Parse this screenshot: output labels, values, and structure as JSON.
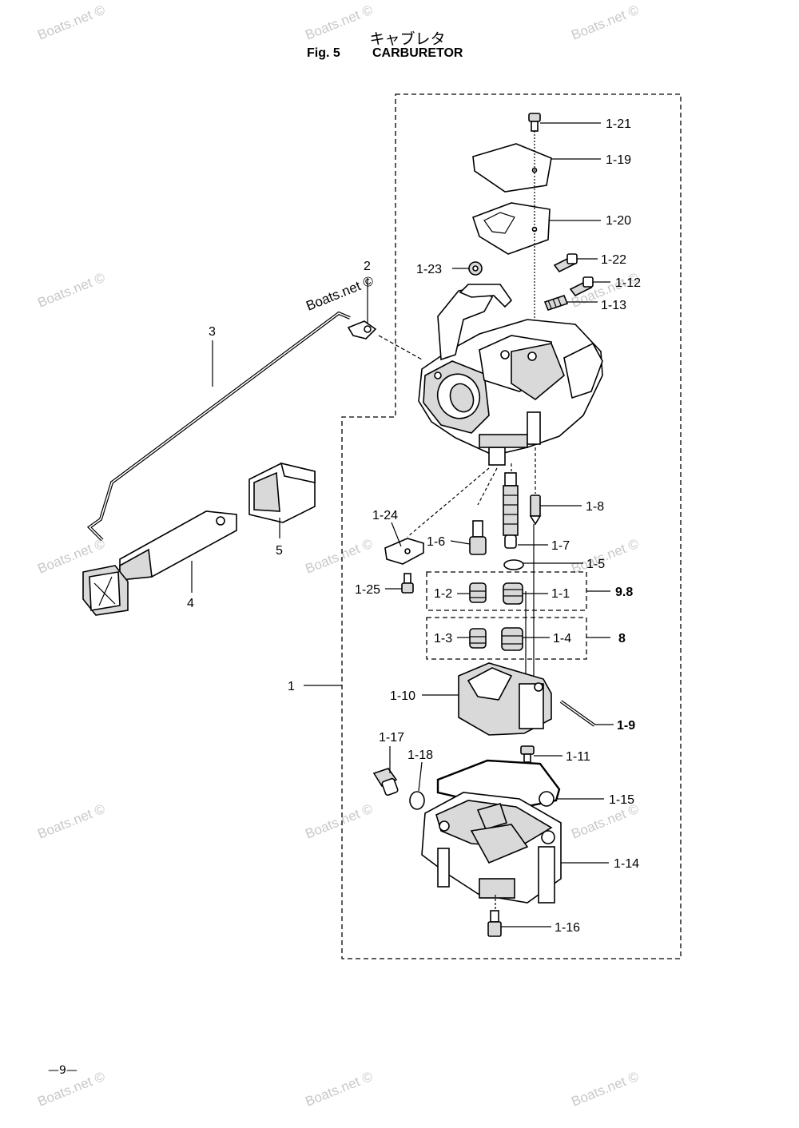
{
  "header": {
    "title_jp": "キャブレタ",
    "fig_label": "Fig. 5",
    "title_en": "CARBURETOR"
  },
  "page_number": "—9—",
  "watermark_text": "Boats.net ©",
  "callouts": {
    "c1_21": "1-21",
    "c1_19": "1-19",
    "c1_20": "1-20",
    "c1_22": "1-22",
    "c1_12": "1-12",
    "c1_13": "1-13",
    "c1_23": "1-23",
    "c2": "2",
    "c3": "3",
    "c1_8": "1-8",
    "c1_24": "1-24",
    "c1_6": "1-6",
    "c1_7": "1-7",
    "c5": "5",
    "c1_5": "1-5",
    "c4": "4",
    "c1_25": "1-25",
    "c1_2": "1-2",
    "c1_1": "1-1",
    "c9_8": "9.8",
    "c1_3": "1-3",
    "c1_4": "1-4",
    "c8": "8",
    "c1": "1",
    "c1_10": "1-10",
    "c1_9": "1-9",
    "c1_17": "1-17",
    "c1_18": "1-18",
    "c1_11": "1-11",
    "c1_15": "1-15",
    "c1_14": "1-14",
    "c1_16": "1-16"
  }
}
